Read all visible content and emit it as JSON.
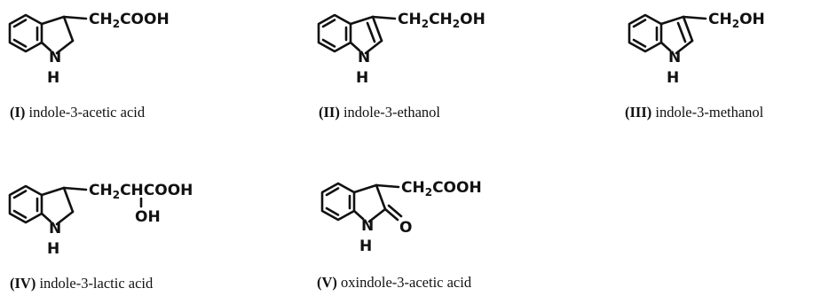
{
  "compounds": [
    {
      "id": "I",
      "numeral": "(I)",
      "name": "indole-3-acetic acid",
      "substituent": [
        "CH",
        "2",
        "COOH"
      ],
      "ring": "indoline",
      "nh": [
        "N",
        "H"
      ]
    },
    {
      "id": "II",
      "numeral": "(II)",
      "name": "indole-3-ethanol",
      "substituent": [
        "CH",
        "2",
        "CH",
        "2",
        "OH"
      ],
      "ring": "indole",
      "nh": [
        "N",
        "H"
      ]
    },
    {
      "id": "III",
      "numeral": "(III)",
      "name": "indole-3-methanol",
      "substituent": [
        "CH",
        "2",
        "OH"
      ],
      "ring": "indole",
      "nh": [
        "N",
        "H"
      ]
    },
    {
      "id": "IV",
      "numeral": "(IV)",
      "name": "indole-3-lactic acid",
      "substituent": [
        "CH",
        "2",
        "CHCOOH"
      ],
      "branch": "OH",
      "ring": "indoline",
      "nh": [
        "N",
        "H"
      ]
    },
    {
      "id": "V",
      "numeral": "(V)",
      "name": "oxindole-3-acetic acid",
      "substituent": [
        "CH",
        "2",
        "COOH"
      ],
      "carbonyl": "O",
      "ring": "oxindole",
      "nh": [
        "N",
        "H"
      ]
    }
  ]
}
